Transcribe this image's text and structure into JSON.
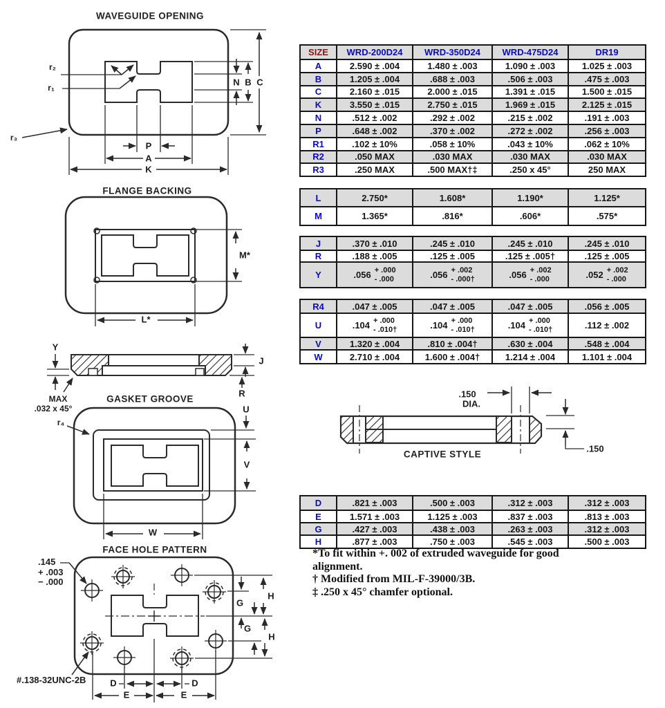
{
  "colors": {
    "header_blue": "#0a0ac0",
    "size_red": "#8f1212",
    "row_shade": "#dcdcdc",
    "line_dark": "#2a2a2a"
  },
  "tables": [
    {
      "header": [
        "SIZE",
        "WRD-200D24",
        "WRD-350D24",
        "WRD-475D24",
        "DR19"
      ],
      "rows": [
        [
          "A",
          "2.590 ± .004",
          "1.480 ± .003",
          "1.090 ± .003",
          "1.025 ± .003"
        ],
        [
          "B",
          "1.205 ± .004",
          ".688 ± .003",
          ".506 ± .003",
          ".475 ± .003"
        ],
        [
          "C",
          "2.160 ± .015",
          "2.000 ± .015",
          "1.391 ± .015",
          "1.500 ± .015"
        ],
        [
          "K",
          "3.550 ± .015",
          "2.750 ± .015",
          "1.969 ± .015",
          "2.125 ± .015"
        ],
        [
          "N",
          ".512 ± .002",
          ".292 ± .002",
          ".215 ± .002",
          ".191 ± .003"
        ],
        [
          "P",
          ".648 ± .002",
          ".370 ± .002",
          ".272 ± .002",
          ".256 ± .003"
        ],
        [
          "R1",
          ".102 ± 10%",
          ".058 ± 10%",
          ".043 ± 10%",
          ".062 ± 10%"
        ],
        [
          "R2",
          ".050 MAX",
          ".030 MAX",
          ".030 MAX",
          ".030 MAX"
        ],
        [
          "R3",
          ".250 MAX",
          ".500 MAX†‡",
          ".250 x 45°",
          "250 MAX"
        ]
      ]
    },
    {
      "rows": [
        [
          "L",
          "2.750*",
          "1.608*",
          "1.190*",
          "1.125*"
        ],
        [
          "M",
          "1.365*",
          ".816*",
          ".606*",
          ".575*"
        ]
      ]
    },
    {
      "rows": [
        [
          "J",
          ".370 ± .010",
          ".245 ± .010",
          ".245 ± .010",
          ".245 ± .010"
        ],
        [
          "R",
          ".188 ± .005",
          ".125 ± .005",
          ".125 ± .005†",
          ".125 ± .005"
        ],
        [
          "Y",
          {
            "v": ".056",
            "p": "+ .000",
            "m": "- .000"
          },
          {
            "v": ".056",
            "p": "+ .002",
            "m": "- .000†"
          },
          {
            "v": ".056",
            "p": "+ .002",
            "m": "- .000"
          },
          {
            "v": ".052",
            "p": "+ .002",
            "m": "- .000"
          }
        ]
      ]
    },
    {
      "rows": [
        [
          "R4",
          ".047 ± .005",
          ".047 ± .005",
          ".047 ± .005",
          ".056 ± .005"
        ],
        [
          "U",
          {
            "v": ".104",
            "p": "+ .000",
            "m": "- .010†"
          },
          {
            "v": ".104",
            "p": "+ .000",
            "m": "- .010†"
          },
          {
            "v": ".104",
            "p": "+ .000",
            "m": "- .010†"
          },
          ".112 ± .002"
        ],
        [
          "V",
          "1.320 ± .004",
          ".810 ± .004†",
          ".630 ± .004",
          ".548 ± .004"
        ],
        [
          "W",
          "2.710 ± .004",
          "1.600 ± .004†",
          "1.214 ± .004",
          "1.101 ± .004"
        ]
      ]
    },
    {
      "rows": [
        [
          "D",
          ".821 ± .003",
          ".500 ± .003",
          ".312 ± .003",
          ".312 ± .003"
        ],
        [
          "E",
          "1.571 ± .003",
          "1.125 ± .003",
          ".837 ± .003",
          ".813 ± .003"
        ],
        [
          "G",
          ".427 ± .003",
          ".438 ± .003",
          ".263 ± .003",
          ".312 ± .003"
        ],
        [
          "H",
          ".877 ± .003",
          ".750 ± .003",
          ".545 ± .003",
          ".500 ± .003"
        ]
      ]
    }
  ],
  "footnotes": [
    "*To fit within +. 002 of extruded waveguide for good alignment.",
    "† Modified from MIL-F-39000/3B.",
    "‡ .250 x 45° chamfer optional."
  ],
  "diagrams": {
    "waveguide_opening": {
      "title": "WAVEGUIDE OPENING",
      "r2": "r₂",
      "r1": "r₁",
      "r3": "r₃",
      "n": "N",
      "b": "B",
      "c": "C",
      "p": "P",
      "a": "A",
      "k": "K"
    },
    "flange_backing": {
      "title": "FLANGE BACKING",
      "m": "M*",
      "l": "L*"
    },
    "section": {
      "y": "Y",
      "j": "J",
      "r": "R",
      "max": "MAX",
      "chamfer": ".032 x 45°"
    },
    "gasket_groove": {
      "title": "GASKET GROOVE",
      "r4": "r₄",
      "u": "U",
      "v": "V",
      "w": "W"
    },
    "face_hole_pattern": {
      "title": "FACE HOLE PATTERN",
      "hole_dia": ".145\n+ .003\n− .000",
      "thread_spec": "#.138-32UNC-2B",
      "d": "D",
      "e": "E",
      "g": "G",
      "h": "H"
    },
    "captive": {
      "title": "CAPTIVE STYLE",
      "dia_value": ".150",
      "dia_label": "DIA.",
      "thickness": ".150"
    }
  }
}
